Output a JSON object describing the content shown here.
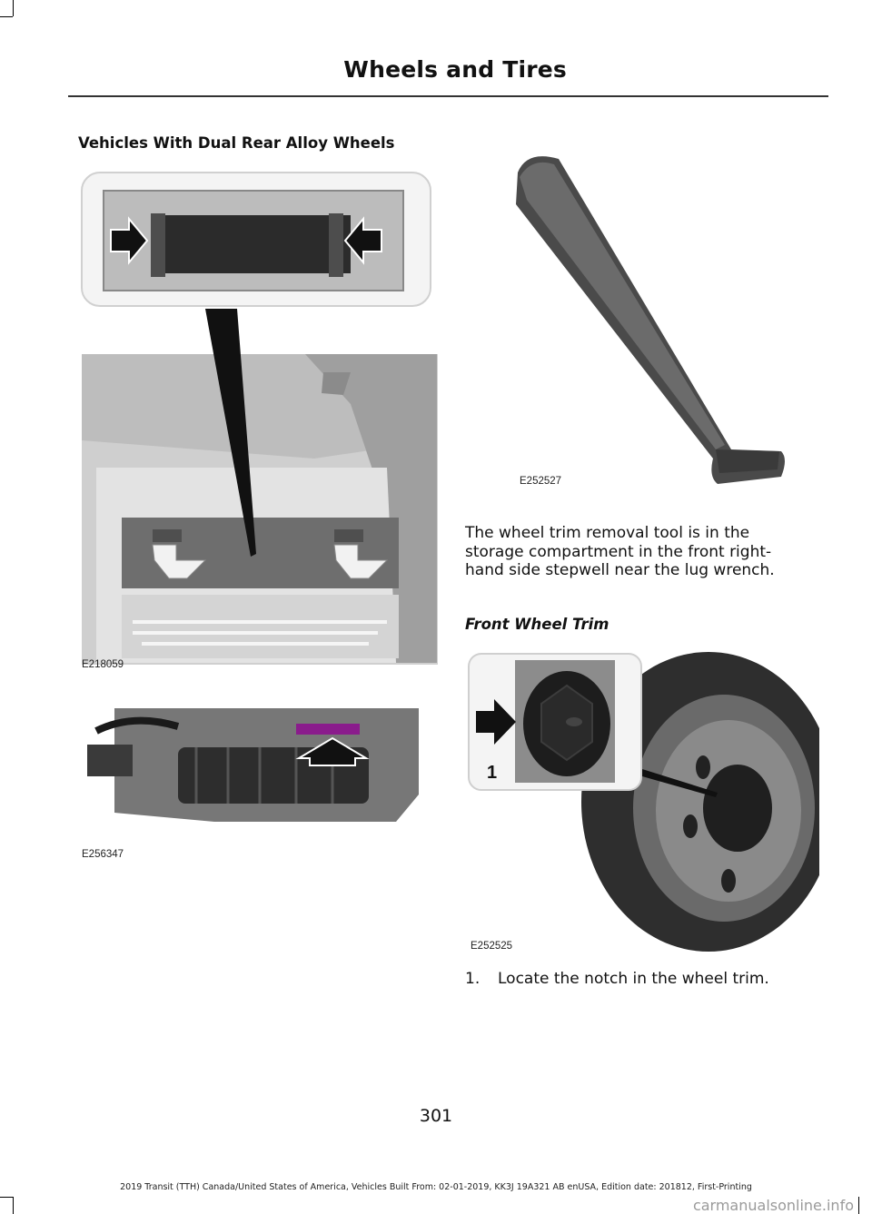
{
  "header": {
    "title": "Wheels and Tires"
  },
  "section": {
    "heading": "Vehicles With Dual Rear Alloy Wheels"
  },
  "figures": {
    "storage_compartment": {
      "code": "E218059"
    },
    "bracket_section": {
      "code": "E256347"
    },
    "trim_tool": {
      "code": "E252527"
    },
    "front_wheel": {
      "code": "E252525",
      "callout": "1"
    }
  },
  "body": {
    "paragraph": "The wheel trim removal tool is in the storage compartment in the front right-hand side stepwell near the lug wrench.",
    "subheading": "Front Wheel Trim",
    "steps": [
      {
        "number": "1.",
        "text": "Locate the notch in the wheel trim."
      }
    ]
  },
  "footer": {
    "page_number": "301",
    "text": "2019 Transit (TTH) Canada/United States of America, Vehicles Built From: 02-01-2019, KK3J 19A321 AB enUSA, Edition date: 201812, First-Printing",
    "watermark": "carmanualsonline.info"
  },
  "colors": {
    "highlight": "#8a1c8c",
    "arrow": "#111111"
  }
}
